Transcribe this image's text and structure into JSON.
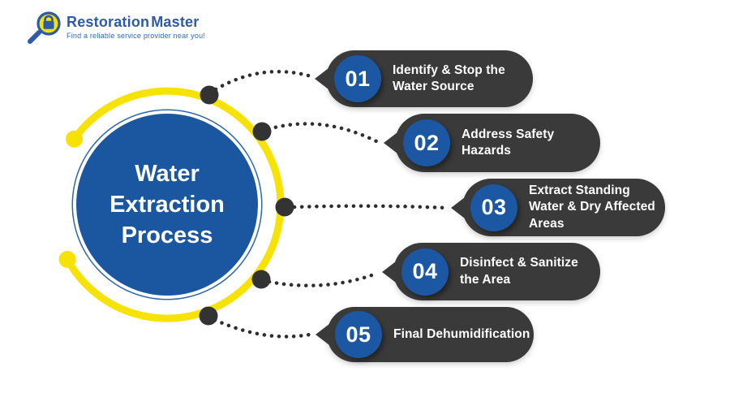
{
  "logo": {
    "brand_part1": "Restoration",
    "brand_part2": "Master",
    "tagline": "Find a reliable service provider near you!"
  },
  "center": {
    "title": "Water Extraction Process",
    "title_lines": [
      "Water",
      "Extraction",
      "Process"
    ]
  },
  "steps": [
    {
      "number": "01",
      "label": "Identify & Stop the Water Source"
    },
    {
      "number": "02",
      "label": "Address Safety Hazards"
    },
    {
      "number": "03",
      "label": "Extract Standing Water & Dry Affected Areas"
    },
    {
      "number": "04",
      "label": "Disinfect & Sanitize the Area"
    },
    {
      "number": "05",
      "label": "Final Dehumidification"
    }
  ],
  "colors": {
    "step_pill_dark": "#3a3a3a",
    "primary_blue": "#1b57a0",
    "accent_yellow": "#f6e204",
    "logo_blue": "#2b5baa",
    "dotted_line": "#2e2e2e",
    "background": "#ffffff"
  }
}
